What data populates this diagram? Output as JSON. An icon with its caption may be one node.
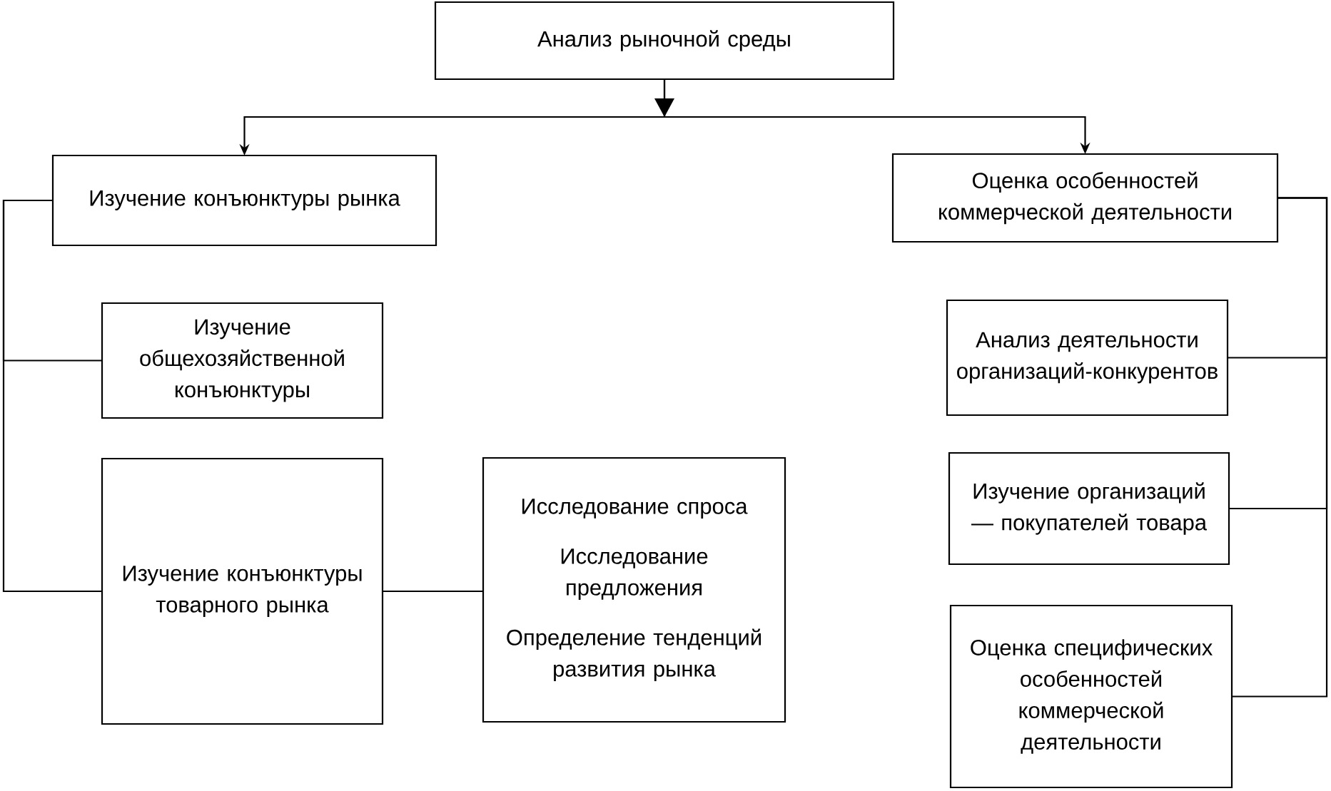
{
  "diagram": {
    "nodes": [
      {
        "text": [
          "Анализ рыночной среды"
        ]
      },
      {
        "text": [
          "Изучение конъюнктуры рынка"
        ]
      },
      {
        "text": [
          "Оценка особенностей коммерческой деятельности"
        ]
      },
      {
        "text": [
          "Изучение общехозяйственной конъюнктуры"
        ]
      },
      {
        "text": [
          "Изучение конъюнктуры товарного рынка"
        ]
      },
      {
        "text": [
          "Исследование спроса",
          "Исследование предложения",
          "Определение тенденций развития рынка"
        ]
      },
      {
        "text": [
          "Анализ деятельности организаций-конкурентов"
        ]
      },
      {
        "text": [
          "Изучение организаций — покупателей товара"
        ]
      },
      {
        "text": [
          "Оценка специфических особенностей коммерческой деятельности"
        ]
      }
    ],
    "edges": [
      {
        "from": 0,
        "to": 1,
        "arrow": "to"
      },
      {
        "from": 0,
        "to": 2,
        "arrow": "to"
      },
      {
        "from": 1,
        "to": 3,
        "arrow": "none"
      },
      {
        "from": 1,
        "to": 4,
        "arrow": "none"
      },
      {
        "from": 4,
        "to": 5,
        "arrow": "none"
      },
      {
        "from": 2,
        "to": 6,
        "arrow": "none"
      },
      {
        "from": 2,
        "to": 7,
        "arrow": "none"
      },
      {
        "from": 2,
        "to": 8,
        "arrow": "none"
      }
    ]
  }
}
